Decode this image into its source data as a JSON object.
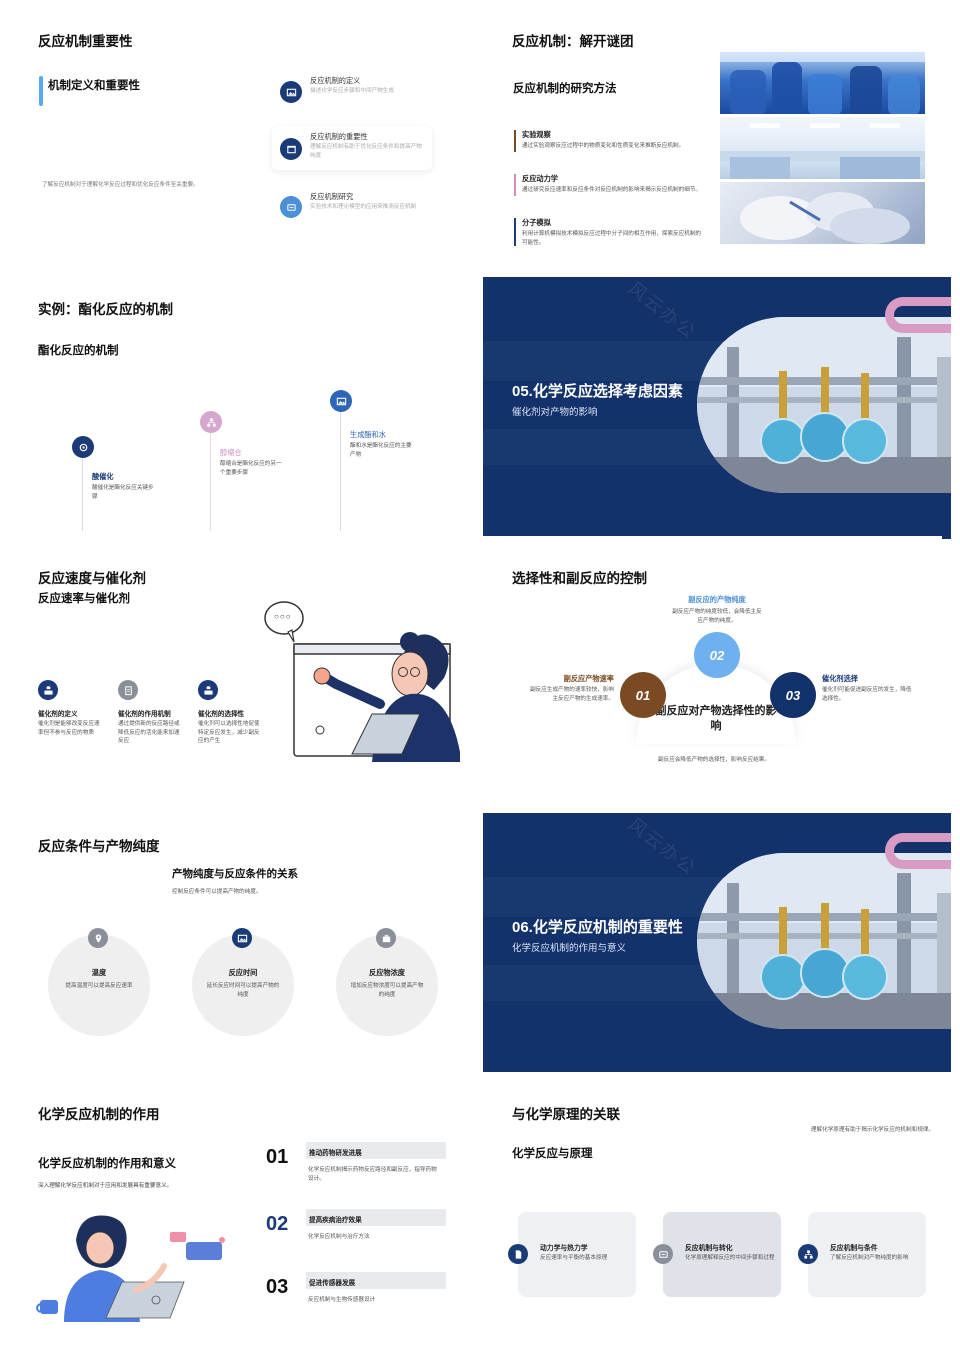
{
  "s1": {
    "title": "反应机制重要性",
    "sub": "机制定义和重要性",
    "desc": "了解反应机制对于理解化学反应过程和优化反应条件至关重要。",
    "items": [
      {
        "title": "反应机制的定义",
        "text": "描述化学反应步骤和中间产物生成"
      },
      {
        "title": "反应机制的重要性",
        "text": "理解反应机制有助于优化反应条件和提高产物纯度"
      },
      {
        "title": "反应机制研究",
        "text": "实验技术和理论模型的应用来推测反应机制"
      }
    ]
  },
  "s2": {
    "title": "反应机制：解开谜团",
    "sub": "反应机制的研究方法",
    "items": [
      {
        "title": "实验观察",
        "text": "通过实验观察反应过程中的物质变化和性质变化来推断反应机制。"
      },
      {
        "title": "反应动力学",
        "text": "通过研究反应速率和反应条件对反应机制的影响来揭示反应机制的细节。"
      },
      {
        "title": "分子模拟",
        "text": "利用计算机模拟技术模拟反应过程中分子间的相互作用，探索反应机制的可能性。"
      }
    ]
  },
  "s3": {
    "title": "实例：酯化反应的机制",
    "sub": "酯化反应的机制",
    "items": [
      {
        "title": "酸催化",
        "text": "酸催化是酯化反应关键步骤",
        "color": "#1b3a78"
      },
      {
        "title": "醇缩合",
        "text": "醇缩合是酯化反应的另一个重要步骤",
        "color": "#c98fc0"
      },
      {
        "title": "生成酯和水",
        "text": "酯和水是酯化反应的主要产物",
        "color": "#2d66b8"
      }
    ]
  },
  "s4": {
    "watermark": "风云办公",
    "title": "05.化学反应选择考虑因素",
    "sub": "催化剂对产物的影响"
  },
  "s5": {
    "title": "反应速度与催化剂",
    "sub": "反应速率与催化剂",
    "items": [
      {
        "title": "催化剂的定义",
        "text": "催化剂是能够改变反应速率但不参与反应的物质"
      },
      {
        "title": "催化剂的作用机制",
        "text": "通过提供新的反应路径或降低反应的活化能来加速反应"
      },
      {
        "title": "催化剂的选择性",
        "text": "催化剂可以选择性地促使特定反应发生，减少副反应的产生"
      }
    ],
    "bubble": "○○○"
  },
  "s6": {
    "title": "选择性和副反应的控制",
    "center": "副反应对产物选择性的影响",
    "bottom": "副反应会降低产物的选择性，影响反应结果。",
    "items": [
      {
        "num": "01",
        "title": "副反应产物速率",
        "text": "副反应生成产物的速率较快，影响主反应产物的生成速率。",
        "color": "#7a4a22"
      },
      {
        "num": "02",
        "title": "副反应的产物纯度",
        "text": "副反应产物的纯度较低，会降低主反应产物的纯度。",
        "color": "#5aa0e8"
      },
      {
        "num": "03",
        "title": "催化剂选择",
        "text": "催化剂可能促进副反应的发生，降低选择性。",
        "color": "#1b3a78"
      }
    ]
  },
  "s7": {
    "title": "反应条件与产物纯度",
    "sub": "产物纯度与反应条件的关系",
    "desc": "控制反应条件可以提高产物的纯度。",
    "items": [
      {
        "title": "温度",
        "text": "提高温度可以提高反应速率"
      },
      {
        "title": "反应时间",
        "text": "延长反应时间可以提高产物的纯度"
      },
      {
        "title": "反应物浓度",
        "text": "增加反应物浓度可以提高产物的纯度"
      }
    ]
  },
  "s8": {
    "watermark": "风云办公",
    "title": "06.化学反应机制的重要性",
    "sub": "化学反应机制的作用与意义"
  },
  "s9": {
    "title": "化学反应机制的作用",
    "sub": "化学反应机制的作用和意义",
    "desc": "深入理解化学反应机制对于应用和发展具有重要意义。",
    "items": [
      {
        "num": "01",
        "title": "推动药物研发进展",
        "text": "化学反应机制揭示药物反应路径和副反应，指导药物设计。"
      },
      {
        "num": "02",
        "title": "提高疾病治疗效果",
        "text": "化学反应机制与治疗方法"
      },
      {
        "num": "03",
        "title": "促进传感器发展",
        "text": "反应机制与生物传感器设计"
      }
    ]
  },
  "s10": {
    "title": "与化学原理的关联",
    "sub": "化学反应与原理",
    "desc": "理解化学原理有助于揭示化学反应的机制和规律。",
    "items": [
      {
        "title": "动力学与热力学",
        "text": "反应速率与平衡的基本原理"
      },
      {
        "title": "反应机制与转化",
        "text": "化学原理解释反应的中间步骤和过程"
      },
      {
        "title": "反应机制与条件",
        "text": "了解反应机制对产物纯度的影响"
      }
    ]
  },
  "colors": {
    "navy": "#13316a",
    "accent_blue": "#2d66b8",
    "pink": "#d79bc4",
    "brown": "#7a4a22"
  }
}
